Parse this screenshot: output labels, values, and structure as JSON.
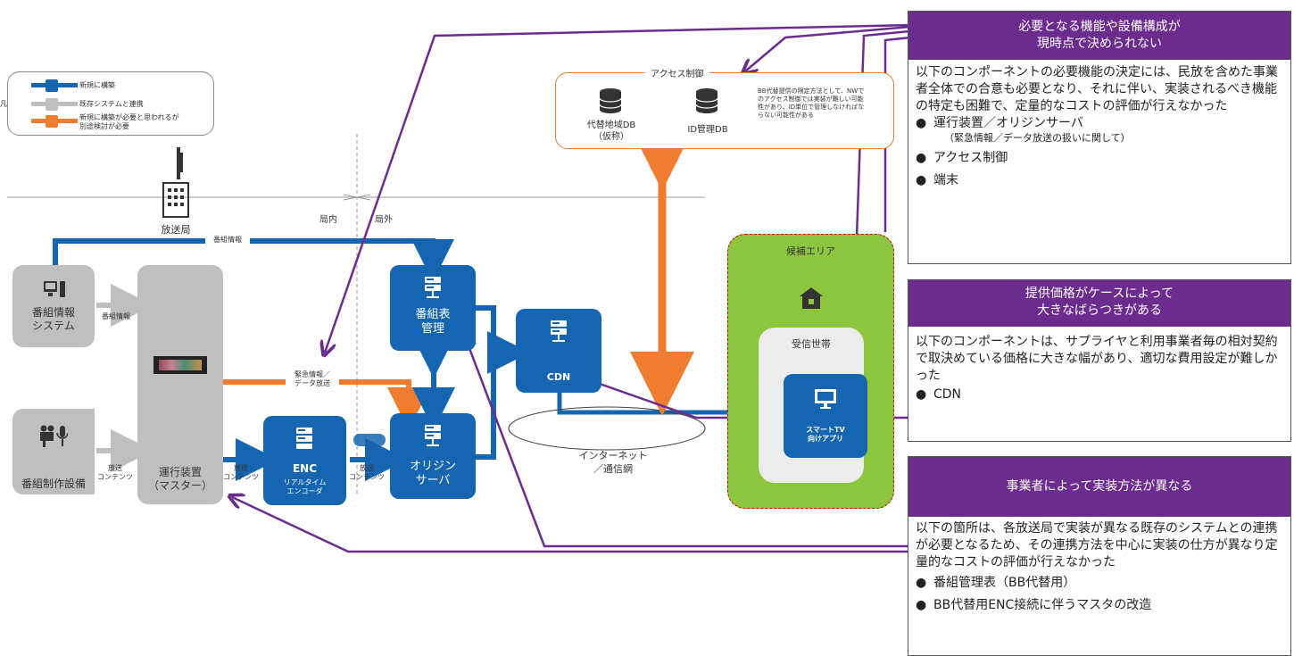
{
  "legend": {
    "prefix": "凡例",
    "items": [
      {
        "label": "新規に構築",
        "color": "#1565b0"
      },
      {
        "label": "既存システムと連携",
        "color": "#bfbfbf"
      },
      {
        "label": "新規に構築が必要と思われるが\n別途検討が必要",
        "color": "#ef7d31"
      }
    ]
  },
  "colors": {
    "blue": "#1565b0",
    "gray": "#bfbfbf",
    "orange": "#ef7d31",
    "purple": "#6b2c8e",
    "green": "#8cc63f"
  },
  "broadcaster": {
    "label": "放送局",
    "icon": "building-icon"
  },
  "zone": {
    "inside": "局内",
    "outside": "局外"
  },
  "nodes": {
    "program_info": {
      "label": "番組情報\nシステム",
      "icon": "computer-icon"
    },
    "production": {
      "label": "番組制作設備",
      "icon": "camera-mic-icon"
    },
    "master": {
      "label": "運行装置\n（マスター）"
    },
    "encoder": {
      "title": "ENC",
      "sub": "リアルタイム\nエンコーダ",
      "icon": "server-icon"
    },
    "schedule": {
      "label": "番組表\n管理",
      "icon": "server-icon"
    },
    "origin": {
      "label": "オリジン\nサーバ",
      "icon": "server-icon"
    },
    "cdn": {
      "label": "CDN",
      "icon": "server-icon"
    },
    "tv": {
      "label": "スマートTV\n向けアプリ",
      "icon": "tv-icon"
    }
  },
  "flows": {
    "program_info_top": "番組情報",
    "program_info_side": "番組情報",
    "emergency": "緊急情報／\nデータ放送",
    "broadcast_content_1": "放送\nコンテンツ",
    "broadcast_content_2": "放送\nコンテンツ",
    "broadcast_content_3": "放送\nコンテンツ"
  },
  "access": {
    "title": "アクセス制御",
    "db1": "代替地域DB\n（仮称）",
    "db2": "ID管理DB",
    "note": "BB代替提供の限定方法として、NWでのアクセス制御では実装が難しい可能性があり、ID単位で管理しなければならない可能性がある"
  },
  "internet": "インターネット\n／通信網",
  "candidate_area": "候補エリア",
  "household": "受信世帯",
  "panels": [
    {
      "header": "必要となる機能や設備構成が\n現時点で決められない",
      "body": "以下のコンポーネントの必要機能の決定には、民放を含めた事業者全体での合意も必要となり、それに伴い、実装されるべき機能の特定も困難で、定量的なコストの評価が行えなかった",
      "bullets": [
        {
          "text": "運行装置／オリジンサーバ",
          "sub": "（緊急情報／データ放送の扱いに関して）"
        },
        {
          "text": "アクセス制御"
        },
        {
          "text": "端末"
        }
      ]
    },
    {
      "header": "提供価格がケースによって\n大きなばらつきがある",
      "body": "以下のコンポーネントは、サプライヤと利用事業者毎の相対契約で取決めている価格に大きな幅があり、適切な費用設定が難しかった",
      "bullets": [
        {
          "text": "CDN"
        }
      ]
    },
    {
      "header": "事業者によって実装方法が異なる",
      "body": "以下の箇所は、各放送局で実装が異なる既存のシステムとの連携が必要となるため、その連携方法を中心に実装の仕方が異なり定量的なコストの評価が行えなかった",
      "bullets": [
        {
          "text": "番組管理表（BB代替用）"
        },
        {
          "text": "BB代替用ENC接続に伴うマスタの改造"
        }
      ]
    }
  ],
  "bullet_glyph": "●"
}
